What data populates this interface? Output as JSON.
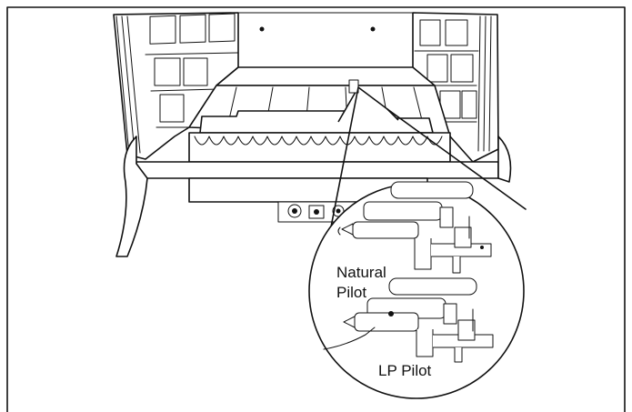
{
  "labels": {
    "natural_line1": "Natural",
    "natural_line2": "Pilot",
    "lp": "LP Pilot"
  }
}
